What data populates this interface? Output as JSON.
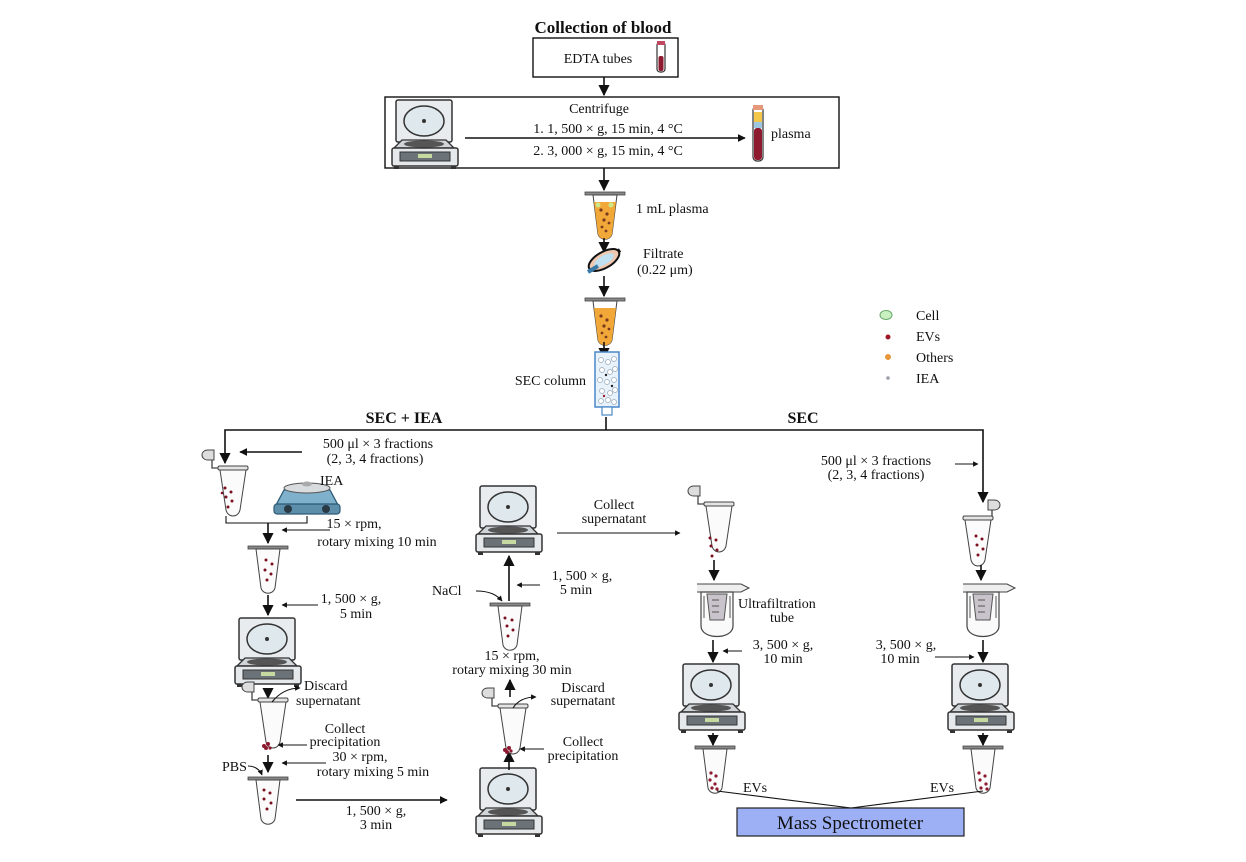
{
  "title": "Collection of blood",
  "top": {
    "edta_label": "EDTA tubes",
    "centrifuge_title": "Centrifuge",
    "step1": "1. 1, 500 × g, 15 min, 4 °C",
    "step2": "2. 3, 000 × g, 15 min, 4 °C",
    "plasma_label": "plasma",
    "plasma_1ml": "1 mL plasma",
    "filtrate_line1": "Filtrate",
    "filtrate_line2": "(0.22 μm)",
    "sec_column": "SEC column"
  },
  "legend": [
    {
      "label": "Cell",
      "color": "#c8f0c0",
      "stroke": "#6aa86a"
    },
    {
      "label": "EVs",
      "color": "#a01828"
    },
    {
      "label": "Others",
      "color": "#e8983a"
    },
    {
      "label": "IEA",
      "color": "#9aa0a8"
    }
  ],
  "branches": {
    "left_title": "SEC + IEA",
    "right_title": "SEC"
  },
  "left": {
    "fractions_line1": "500 μl × 3 fractions",
    "fractions_line2": "(2, 3, 4 fractions)",
    "iea_label": "IEA",
    "mix1_line1": "15 × rpm,",
    "mix1_line2": "rotary mixing 10 min",
    "spin1_line1": "1, 500 × g,",
    "spin1_line2": "5 min",
    "discard_line1": "Discard",
    "discard_line2": "supernatant",
    "collect_line1": "Collect",
    "collect_line2": "precipitation",
    "mix2_line1": "30 × rpm,",
    "mix2_line2": "rotary mixing 5 min",
    "pbs_label": "PBS",
    "spin2_line1": "1, 500 × g,",
    "spin2_line2": "3 min"
  },
  "middle": {
    "discard_line1": "Discard",
    "discard_line2": "supernatant",
    "collect_line1": "Collect",
    "collect_line2": "precipitation",
    "mix_line1": "15 × rpm,",
    "mix_line2": "rotary mixing 30 min",
    "nacl_label": "NaCl",
    "spin_line1": "1, 500 × g,",
    "spin_line2": "5 min",
    "supernatant_line1": "Collect",
    "supernatant_line2": "supernatant"
  },
  "right_a": {
    "ultra_line1": "Ultrafiltration",
    "ultra_line2": "tube",
    "spin_line1": "3, 500 × g,",
    "spin_line2": "10 min",
    "evs_label": "EVs"
  },
  "right_b": {
    "fractions_line1": "500 μl × 3 fractions",
    "fractions_line2": "(2, 3, 4 fractions)",
    "spin_line1": "3, 500 × g,",
    "spin_line2": "10 min",
    "evs_label": "EVs"
  },
  "mass_spec": {
    "label": "Mass Spectrometer",
    "color": "#9db0f5"
  }
}
